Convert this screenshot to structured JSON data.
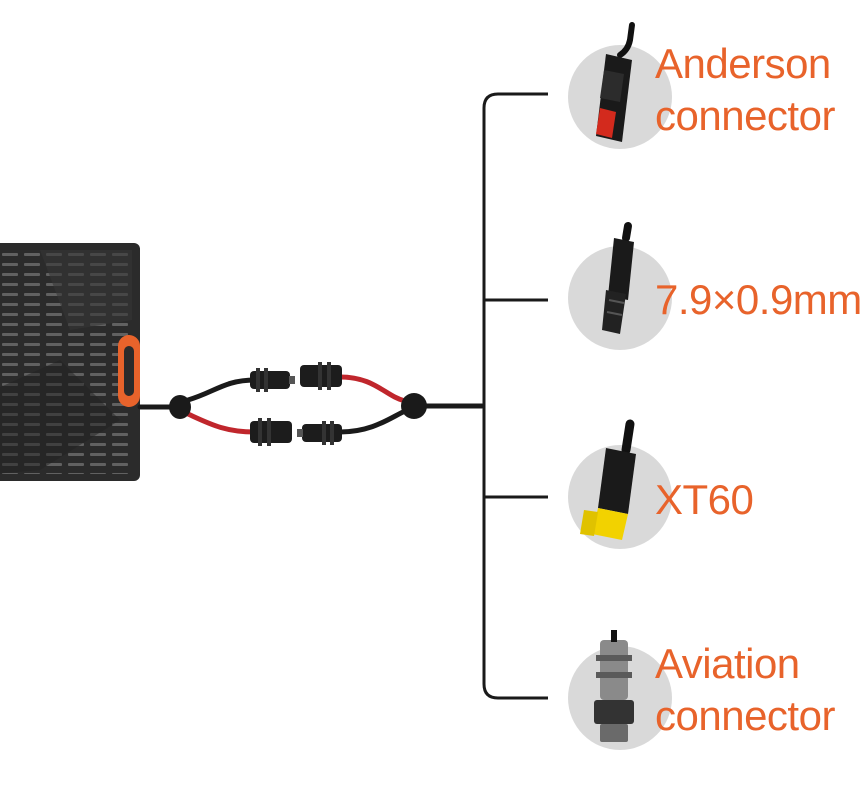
{
  "colors": {
    "accent": "#e8632b",
    "cable": "#1a1a1a",
    "red_wire": "#c0262c",
    "circle_bg": "#d9d9d9",
    "panel": "#2b2b2b"
  },
  "connectors": [
    {
      "id": "anderson",
      "icon": "anderson-plug-icon",
      "label_lines": [
        "Anderson",
        "connector"
      ]
    },
    {
      "id": "dc",
      "icon": "dc-barrel-plug-icon",
      "label_lines": [
        "7.9×0.9mm"
      ]
    },
    {
      "id": "xt60",
      "icon": "xt60-plug-icon",
      "label_lines": [
        "XT60"
      ]
    },
    {
      "id": "aviation",
      "icon": "aviation-plug-icon",
      "label_lines": [
        "Aviation",
        "connector"
      ]
    }
  ]
}
